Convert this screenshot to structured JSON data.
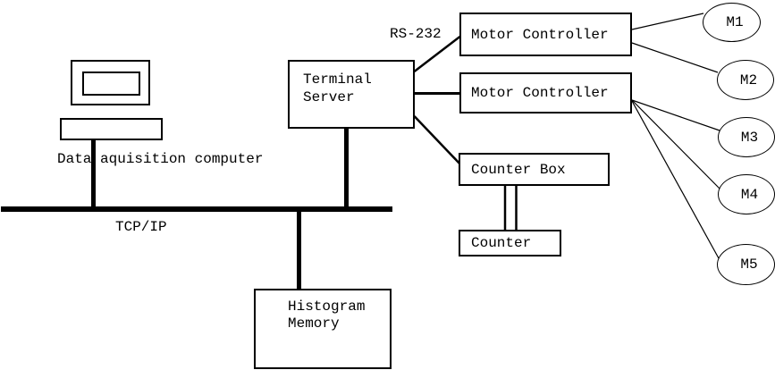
{
  "colors": {
    "background": "#ffffff",
    "line": "#000000",
    "box_fill": "#ffffff"
  },
  "labels": {
    "rs232": "RS-232",
    "tcpip": "TCP/IP",
    "data_acquisition": "Data aquisition computer"
  },
  "nodes": {
    "terminal_server": {
      "line1": "Terminal",
      "line2": "Server"
    },
    "motor_controller_1": "Motor Controller",
    "motor_controller_2": "Motor Controller",
    "counter_box": "Counter Box",
    "counter": "Counter",
    "histogram_memory": {
      "line1": "Histogram",
      "line2": "Memory"
    },
    "motors": [
      "M1",
      "M2",
      "M3",
      "M4",
      "M5"
    ]
  }
}
